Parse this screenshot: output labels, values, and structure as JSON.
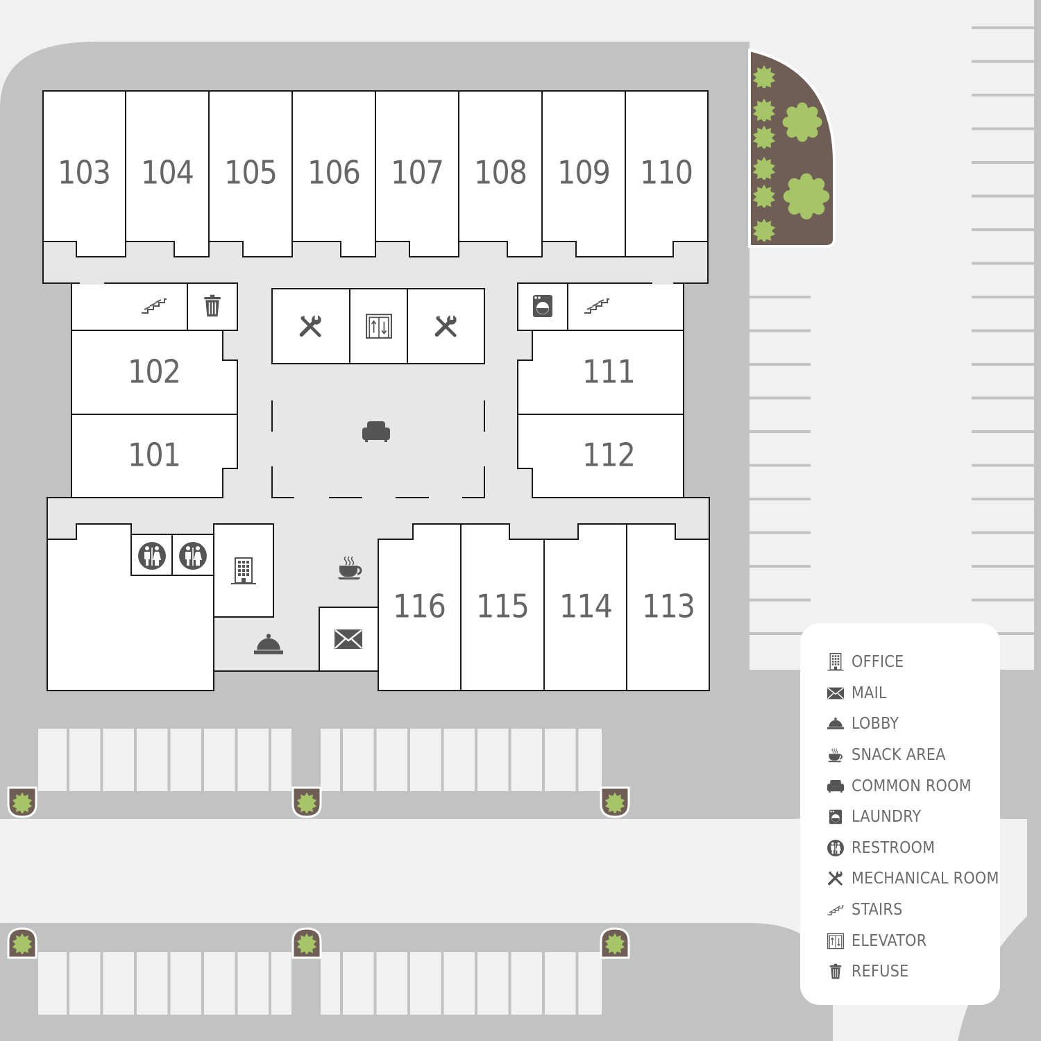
{
  "colors": {
    "background": "#f1f1f1",
    "road": "#c2c2c2",
    "corridor": "#e6e7e6",
    "unit": "#ffffff",
    "wall": "#1a1a1a",
    "icon": "#555555",
    "planter": "#6f5e55",
    "shrub": "#a6c566",
    "parking_line": "#c2c2c2"
  },
  "units": [
    "103",
    "104",
    "105",
    "106",
    "107",
    "108",
    "109",
    "110",
    "102",
    "101",
    "111",
    "112",
    "116",
    "115",
    "114",
    "113"
  ],
  "facility_icons": [
    "stairs-icon",
    "refuse-icon",
    "mechanical-room-icon",
    "elevator-icon",
    "mechanical-room-icon",
    "laundry-icon",
    "stairs-icon",
    "common-room-icon",
    "restroom-icon",
    "restroom-icon",
    "office-icon",
    "snack-area-icon",
    "lobby-icon",
    "mail-icon"
  ],
  "legend": {
    "items": [
      {
        "icon": "office-icon",
        "label": "OFFICE"
      },
      {
        "icon": "mail-icon",
        "label": "MAIL"
      },
      {
        "icon": "lobby-icon",
        "label": "LOBBY"
      },
      {
        "icon": "snack-area-icon",
        "label": "SNACK AREA"
      },
      {
        "icon": "common-room-icon",
        "label": "COMMON ROOM"
      },
      {
        "icon": "laundry-icon",
        "label": "LAUNDRY"
      },
      {
        "icon": "restroom-icon",
        "label": "RESTROOM"
      },
      {
        "icon": "mechanical-room-icon",
        "label": "MECHANICAL ROOM"
      },
      {
        "icon": "stairs-icon",
        "label": "STAIRS"
      },
      {
        "icon": "elevator-icon",
        "label": "ELEVATOR"
      },
      {
        "icon": "refuse-icon",
        "label": "REFUSE"
      }
    ]
  }
}
